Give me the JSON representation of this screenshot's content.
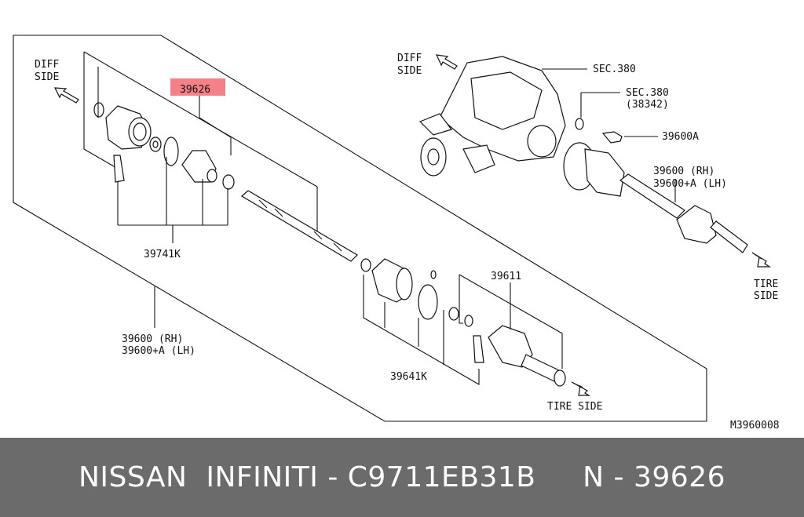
{
  "labels": {
    "diff_side_left": [
      "DIFF",
      "SIDE"
    ],
    "diff_side_right": [
      "DIFF",
      "SIDE"
    ],
    "tire_side_right": [
      "TIRE",
      "SIDE"
    ],
    "tire_side_bottom": "TIRE SIDE",
    "part_39626": "39626",
    "sec380": "SEC.380",
    "sec380_b": "SEC.380",
    "sec380_b_sub": "(38342)",
    "part_39600A": "39600A",
    "part_39600_rh_right": "39600   (RH)",
    "part_39600_lh_right": "39600+A (LH)",
    "part_39741K": "39741K",
    "part_39600_rh_left": "39600   (RH)",
    "part_39600_lh_left": "39600+A (LH)",
    "part_39611": "39611",
    "part_39641K": "39641K",
    "diagram_code": "M3960008"
  },
  "colors": {
    "highlight": "#f26b73",
    "footer_bg": "#6b6b6b",
    "footer_text": "#ffffff"
  },
  "footer": {
    "text": "NISSAN  INFINITI - C9711EB31B     N - 39626"
  }
}
